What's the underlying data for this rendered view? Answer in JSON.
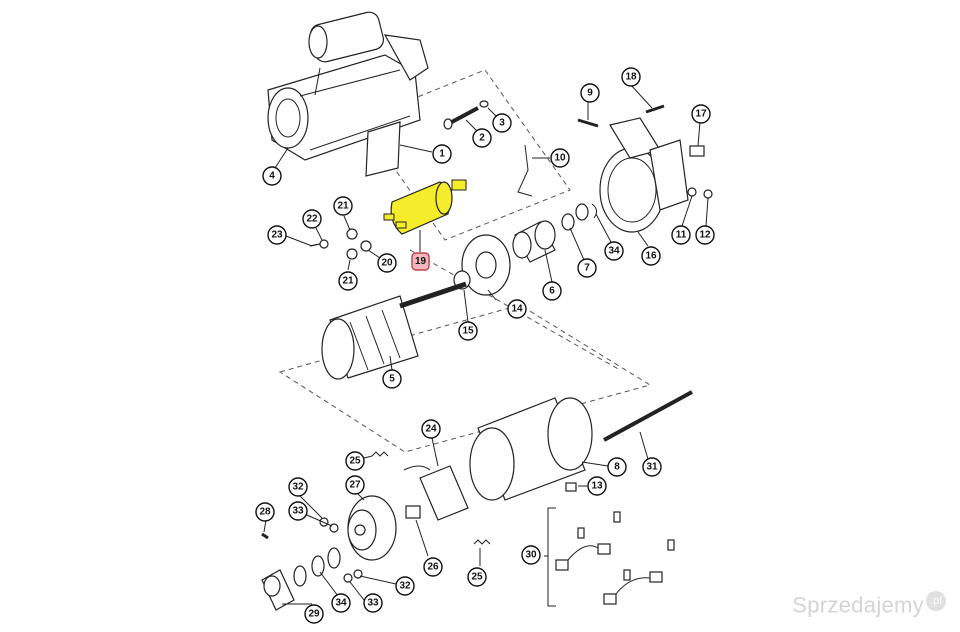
{
  "diagram": {
    "highlight_color": "#f5ec2c",
    "highlighted_part": "19",
    "callouts": [
      {
        "id": "c1",
        "label": "1"
      },
      {
        "id": "c2",
        "label": "2"
      },
      {
        "id": "c3",
        "label": "3"
      },
      {
        "id": "c4",
        "label": "4"
      },
      {
        "id": "c5",
        "label": "5"
      },
      {
        "id": "c6",
        "label": "6"
      },
      {
        "id": "c7",
        "label": "7"
      },
      {
        "id": "c8",
        "label": "8"
      },
      {
        "id": "c9",
        "label": "9"
      },
      {
        "id": "c10",
        "label": "10"
      },
      {
        "id": "c11",
        "label": "11"
      },
      {
        "id": "c12",
        "label": "12"
      },
      {
        "id": "c13",
        "label": "13"
      },
      {
        "id": "c14",
        "label": "14"
      },
      {
        "id": "c15",
        "label": "15"
      },
      {
        "id": "c16",
        "label": "16"
      },
      {
        "id": "c17",
        "label": "17"
      },
      {
        "id": "c18",
        "label": "18"
      },
      {
        "id": "c19",
        "label": "19"
      },
      {
        "id": "c20",
        "label": "20"
      },
      {
        "id": "c21a",
        "label": "21"
      },
      {
        "id": "c21b",
        "label": "21"
      },
      {
        "id": "c22",
        "label": "22"
      },
      {
        "id": "c23",
        "label": "23"
      },
      {
        "id": "c24",
        "label": "24"
      },
      {
        "id": "c25a",
        "label": "25"
      },
      {
        "id": "c25b",
        "label": "25"
      },
      {
        "id": "c26",
        "label": "26"
      },
      {
        "id": "c27",
        "label": "27"
      },
      {
        "id": "c28",
        "label": "28"
      },
      {
        "id": "c29",
        "label": "29"
      },
      {
        "id": "c30",
        "label": "30"
      },
      {
        "id": "c31",
        "label": "31"
      },
      {
        "id": "c32a",
        "label": "32"
      },
      {
        "id": "c32b",
        "label": "32"
      },
      {
        "id": "c33a",
        "label": "33"
      },
      {
        "id": "c33b",
        "label": "33"
      },
      {
        "id": "c34a",
        "label": "34"
      },
      {
        "id": "c34b",
        "label": "34"
      }
    ]
  },
  "watermark": {
    "text": "Sprzedajemy",
    "suffix": ".pl"
  }
}
